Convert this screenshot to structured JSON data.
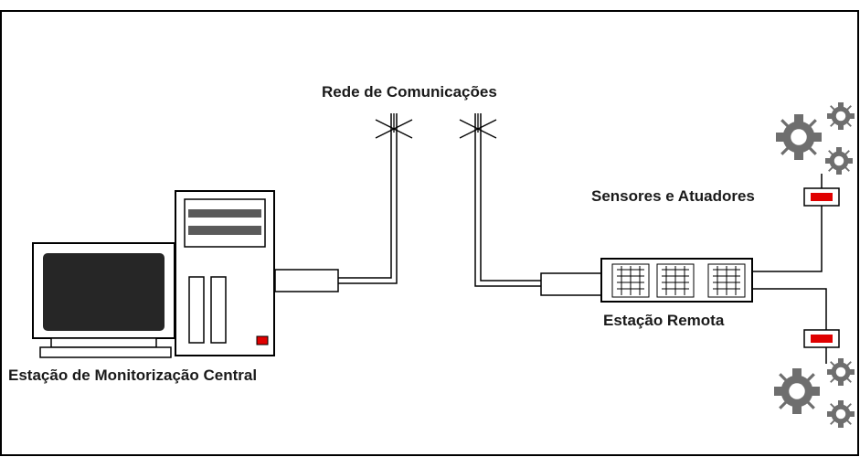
{
  "labels": {
    "network": "Rede de Comunicações",
    "central_station": "Estação de Monitorização Central",
    "sensors_actuators": "Sensores e Atuadores",
    "remote_station": "Estação Remota"
  },
  "colors": {
    "stroke": "#000000",
    "screen": "#262626",
    "drive_bar": "#5a5a5a",
    "indicator": "#e00000",
    "gear": "#6e6e6e",
    "background": "#ffffff"
  }
}
